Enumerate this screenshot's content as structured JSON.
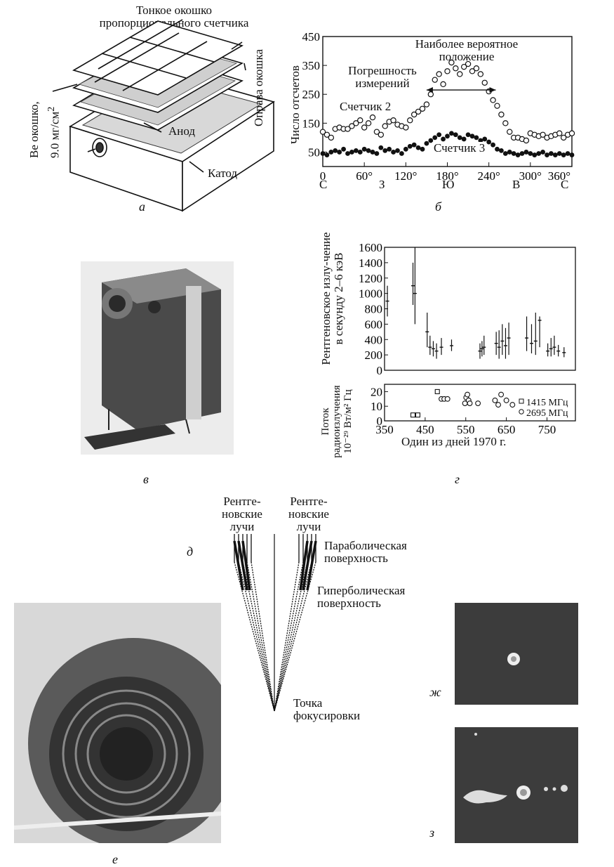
{
  "panel_a": {
    "title_line1": "Тонкое окошко",
    "title_line2": "пропорционального счетчика",
    "be_window_line1": "Ве окошко,",
    "be_window_line2": "9.0 мг/см",
    "be_window_sup": "2",
    "frame_label": "Оправа окошка",
    "anode": "Анод",
    "cathode": "Катод",
    "caption": "а"
  },
  "panel_b": {
    "caption": "б",
    "compass": [
      "С",
      "З",
      "Ю",
      "В",
      "С"
    ],
    "annotations": {
      "most_probable_1": "Наиболее вероятное",
      "most_probable_2": "положение",
      "error_1": "Погрешность",
      "error_2": "измерений",
      "counter2": "Счетчик 2",
      "counter3": "Счетчик 3"
    }
  },
  "panel_v": {
    "caption": "в"
  },
  "panel_g": {
    "caption": "г"
  },
  "panel_d": {
    "caption": "д",
    "xray_left": [
      "Рентге-",
      "новские",
      "лучи"
    ],
    "xray_right": [
      "Рентге-",
      "новские",
      "лучи"
    ],
    "parabolic_1": "Параболическая",
    "parabolic_2": "поверхность",
    "hyperbolic_1": "Гиперболическая",
    "hyperbolic_2": "поверхность",
    "focus_1": "Точка",
    "focus_2": "фокусировки"
  },
  "panel_e": {
    "caption": "е"
  },
  "panel_zh": {
    "caption": "ж"
  },
  "panel_z": {
    "caption": "з"
  },
  "chart_data": [
    {
      "type": "scatter",
      "ylabel": "Число отсчетов",
      "xlabel": "",
      "x_ticks": [
        "0",
        "60°",
        "120°",
        "180°",
        "240°",
        "300°",
        "360°"
      ],
      "y_ticks": [
        "50",
        "150",
        "250",
        "350",
        "450"
      ],
      "xlim": [
        0,
        360
      ],
      "ylim": [
        0,
        450
      ],
      "series": [
        {
          "name": "Счетчик 2",
          "marker": "open",
          "x": [
            0,
            6,
            12,
            18,
            24,
            30,
            36,
            42,
            48,
            54,
            60,
            66,
            72,
            78,
            84,
            90,
            96,
            102,
            108,
            114,
            120,
            126,
            132,
            138,
            144,
            150,
            156,
            162,
            168,
            174,
            180,
            186,
            192,
            198,
            204,
            210,
            216,
            222,
            228,
            234,
            240,
            246,
            252,
            258,
            264,
            270,
            276,
            282,
            288,
            294,
            300,
            306,
            312,
            318,
            324,
            330,
            336,
            342,
            348,
            354,
            360
          ],
          "y": [
            120,
            110,
            100,
            130,
            135,
            130,
            130,
            140,
            150,
            160,
            135,
            150,
            170,
            120,
            110,
            140,
            155,
            160,
            145,
            140,
            135,
            160,
            180,
            190,
            200,
            215,
            250,
            300,
            320,
            285,
            330,
            360,
            340,
            320,
            345,
            355,
            330,
            340,
            320,
            290,
            260,
            230,
            210,
            180,
            150,
            120,
            100,
            100,
            95,
            90,
            115,
            110,
            105,
            110,
            100,
            105,
            110,
            115,
            100,
            110,
            115
          ]
        },
        {
          "name": "Счетчик 3",
          "marker": "filled",
          "x": [
            0,
            6,
            12,
            18,
            24,
            30,
            36,
            42,
            48,
            54,
            60,
            66,
            72,
            78,
            84,
            90,
            96,
            102,
            108,
            114,
            120,
            126,
            132,
            138,
            144,
            150,
            156,
            162,
            168,
            174,
            180,
            186,
            192,
            198,
            204,
            210,
            216,
            222,
            228,
            234,
            240,
            246,
            252,
            258,
            264,
            270,
            276,
            282,
            288,
            294,
            300,
            306,
            312,
            318,
            324,
            330,
            336,
            342,
            348,
            354,
            360
          ],
          "y": [
            45,
            40,
            50,
            55,
            50,
            60,
            45,
            50,
            55,
            50,
            60,
            55,
            50,
            45,
            65,
            55,
            60,
            50,
            55,
            45,
            60,
            70,
            75,
            65,
            60,
            80,
            90,
            100,
            110,
            95,
            105,
            115,
            110,
            100,
            95,
            110,
            105,
            100,
            90,
            95,
            85,
            75,
            60,
            55,
            45,
            50,
            45,
            40,
            45,
            50,
            45,
            40,
            45,
            50,
            40,
            45,
            40,
            45,
            40,
            45,
            40
          ]
        }
      ]
    },
    {
      "type": "scatter",
      "ylabel": "Рентгеновское излу-чение в секунду 2–6 кэВ",
      "y_ticks": [
        "0",
        "200",
        "400",
        "600",
        "800",
        "1000",
        "1200",
        "1400",
        "1600"
      ],
      "ylim": [
        0,
        1600
      ],
      "xlim": [
        350,
        820
      ],
      "points": [
        {
          "x": 357,
          "y": 900,
          "lo": 700,
          "hi": 1100
        },
        {
          "x": 420,
          "y": 1100,
          "lo": 850,
          "hi": 1400
        },
        {
          "x": 425,
          "y": 1000,
          "lo": 600,
          "hi": 1600
        },
        {
          "x": 455,
          "y": 500,
          "lo": 300,
          "hi": 750
        },
        {
          "x": 462,
          "y": 300,
          "lo": 200,
          "hi": 450
        },
        {
          "x": 470,
          "y": 280,
          "lo": 180,
          "hi": 380
        },
        {
          "x": 478,
          "y": 250,
          "lo": 150,
          "hi": 350
        },
        {
          "x": 490,
          "y": 300,
          "lo": 200,
          "hi": 420
        },
        {
          "x": 515,
          "y": 320,
          "lo": 250,
          "hi": 400
        },
        {
          "x": 585,
          "y": 250,
          "lo": 150,
          "hi": 350
        },
        {
          "x": 590,
          "y": 280,
          "lo": 180,
          "hi": 380
        },
        {
          "x": 595,
          "y": 300,
          "lo": 200,
          "hi": 450
        },
        {
          "x": 625,
          "y": 350,
          "lo": 200,
          "hi": 500
        },
        {
          "x": 632,
          "y": 300,
          "lo": 150,
          "hi": 520
        },
        {
          "x": 640,
          "y": 380,
          "lo": 200,
          "hi": 600
        },
        {
          "x": 648,
          "y": 320,
          "lo": 150,
          "hi": 550
        },
        {
          "x": 656,
          "y": 420,
          "lo": 200,
          "hi": 620
        },
        {
          "x": 700,
          "y": 420,
          "lo": 250,
          "hi": 700
        },
        {
          "x": 712,
          "y": 350,
          "lo": 220,
          "hi": 600
        },
        {
          "x": 722,
          "y": 380,
          "lo": 200,
          "hi": 750
        },
        {
          "x": 732,
          "y": 650,
          "lo": 300,
          "hi": 700
        },
        {
          "x": 752,
          "y": 250,
          "lo": 180,
          "hi": 350
        },
        {
          "x": 760,
          "y": 280,
          "lo": 180,
          "hi": 420
        },
        {
          "x": 768,
          "y": 300,
          "lo": 200,
          "hi": 450
        },
        {
          "x": 778,
          "y": 250,
          "lo": 180,
          "hi": 330
        },
        {
          "x": 792,
          "y": 230,
          "lo": 170,
          "hi": 300
        }
      ]
    },
    {
      "type": "scatter",
      "ylabel": "Поток радиоизлучения 10⁻²⁹ Вт/м² Гц",
      "xlabel": "Один из дней 1970 г.",
      "x_ticks": [
        "350",
        "450",
        "550",
        "650",
        "750"
      ],
      "y_ticks": [
        "0",
        "10",
        "20"
      ],
      "xlim": [
        350,
        820
      ],
      "ylim": [
        0,
        25
      ],
      "series": [
        {
          "name": "1415 МГц",
          "marker": "square",
          "points": [
            [
              420,
              4
            ],
            [
              432,
              4
            ],
            [
              480,
              20
            ]
          ]
        },
        {
          "name": "2695 МГц",
          "marker": "circle",
          "points": [
            [
              490,
              15
            ],
            [
              497,
              15
            ],
            [
              505,
              15
            ],
            [
              548,
              12
            ],
            [
              551,
              16
            ],
            [
              554,
              18
            ],
            [
              557,
              14
            ],
            [
              560,
              12
            ],
            [
              580,
              12
            ],
            [
              622,
              14
            ],
            [
              630,
              11
            ],
            [
              637,
              18
            ],
            [
              650,
              14
            ],
            [
              665,
              11
            ]
          ]
        }
      ]
    }
  ]
}
